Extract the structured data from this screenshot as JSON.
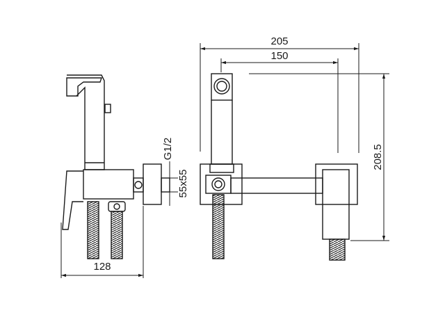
{
  "dimensions": {
    "overall_width": "205",
    "mount_width": "150",
    "height": "208.5",
    "side_depth": "128",
    "thread": "G1/2",
    "flange_size": "55x55"
  },
  "colors": {
    "line": "#1a1a1a",
    "background": "#ffffff"
  }
}
